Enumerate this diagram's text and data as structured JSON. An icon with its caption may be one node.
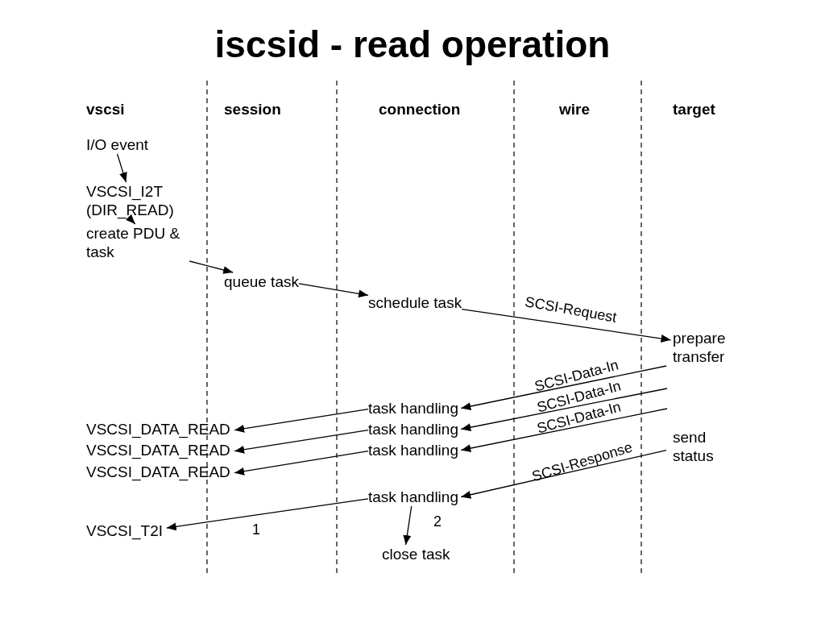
{
  "diagram": {
    "title": "iscsid - read operation",
    "nodes": [
      {
        "text": [
          "I/O event"
        ]
      },
      {
        "text": [
          "VSCSI_I2T (DIR_READ)"
        ]
      },
      {
        "text": [
          "create PDU & task"
        ]
      },
      {
        "text": [
          "queue task"
        ]
      },
      {
        "text": [
          "schedule task"
        ]
      },
      {
        "text": [
          "prepare transfer"
        ]
      },
      {
        "text": [
          "task handling"
        ]
      },
      {
        "text": [
          "task handling"
        ]
      },
      {
        "text": [
          "task handling"
        ]
      },
      {
        "text": [
          "VSCSI_DATA_READ"
        ]
      },
      {
        "text": [
          "VSCSI_DATA_READ"
        ]
      },
      {
        "text": [
          "VSCSI_DATA_READ"
        ]
      },
      {
        "text": [
          "send status"
        ]
      },
      {
        "text": [
          "task handling"
        ]
      },
      {
        "text": [
          "VSCSI_T2I"
        ]
      },
      {
        "text": [
          "close task"
        ]
      }
    ],
    "edges": [
      {
        "from": 0,
        "to": 1,
        "arrow": "to"
      },
      {
        "from": 1,
        "to": 2,
        "arrow": "to"
      },
      {
        "from": 2,
        "to": 3,
        "arrow": "to"
      },
      {
        "from": 3,
        "to": 4,
        "arrow": "to"
      },
      {
        "from": 4,
        "to": 5,
        "arrow": "to",
        "label": "SCSI-Request"
      },
      {
        "from": 5,
        "to": 6,
        "arrow": "to",
        "label": "SCSI-Data-In"
      },
      {
        "from": null,
        "to": 7,
        "arrow": "to",
        "label": "SCSI-Data-In"
      },
      {
        "from": null,
        "to": 8,
        "arrow": "to",
        "label": "SCSI-Data-In"
      },
      {
        "from": 6,
        "to": 9,
        "arrow": "to"
      },
      {
        "from": 7,
        "to": 10,
        "arrow": "to"
      },
      {
        "from": 8,
        "to": 11,
        "arrow": "to"
      },
      {
        "from": 12,
        "to": 13,
        "arrow": "to",
        "label": "SCSI-Response"
      },
      {
        "from": 13,
        "to": 14,
        "arrow": "to",
        "label": "1"
      },
      {
        "from": 13,
        "to": 15,
        "arrow": "to",
        "label": "2"
      }
    ],
    "labels": [
      "vscsi",
      "session",
      "connection",
      "wire",
      "target"
    ]
  }
}
